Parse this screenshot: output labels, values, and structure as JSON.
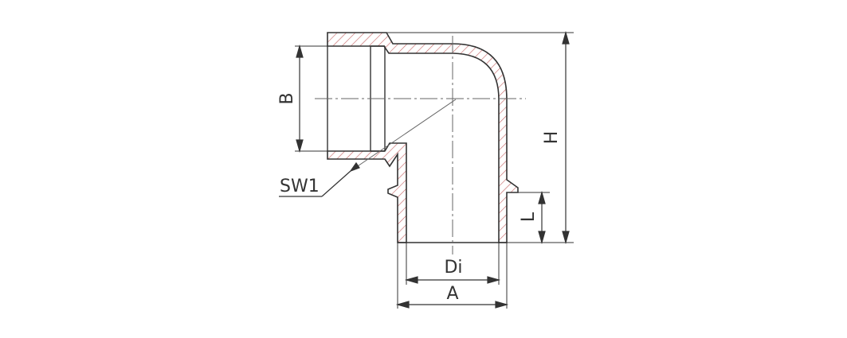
{
  "diagram": {
    "labels": {
      "B": "B",
      "H": "H",
      "L": "L",
      "SW1": "SW1",
      "Di": "Di",
      "A": "A"
    },
    "colors": {
      "line": "#333333",
      "hatch": "#c76b6b",
      "background": "#ffffff"
    }
  }
}
